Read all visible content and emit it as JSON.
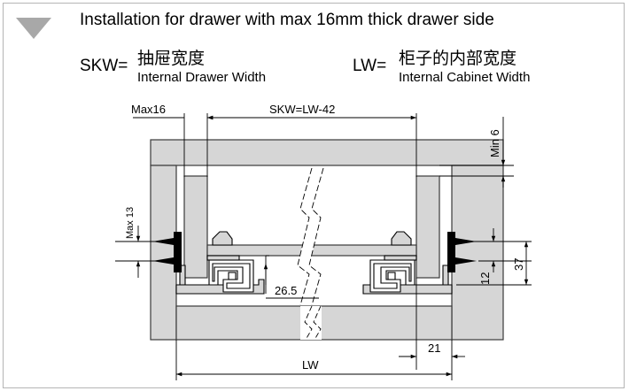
{
  "header": {
    "title": "Installation for drawer with max 16mm thick drawer side"
  },
  "legend": {
    "skw_abbr": "SKW",
    "skw_cn": "抽屉宽度",
    "skw_en": "Internal Drawer Width",
    "lw_abbr": "LW",
    "lw_cn": "柜子的内部宽度",
    "lw_en": "Internal Cabinet Width",
    "equals": "="
  },
  "dimensions": {
    "max16": "Max16",
    "skw_formula": "SKW=LW-42",
    "min6": "Min 6",
    "max13": "Max 13",
    "d26_5": "26.5",
    "d12": "12",
    "d37": "37",
    "d21": "21",
    "lw": "LW"
  },
  "colors": {
    "panel_fill": "#d6d6d6",
    "panel_stroke": "#3a3a3a",
    "triangle": "#a8a8a8",
    "frame": "#b5b5b5"
  }
}
